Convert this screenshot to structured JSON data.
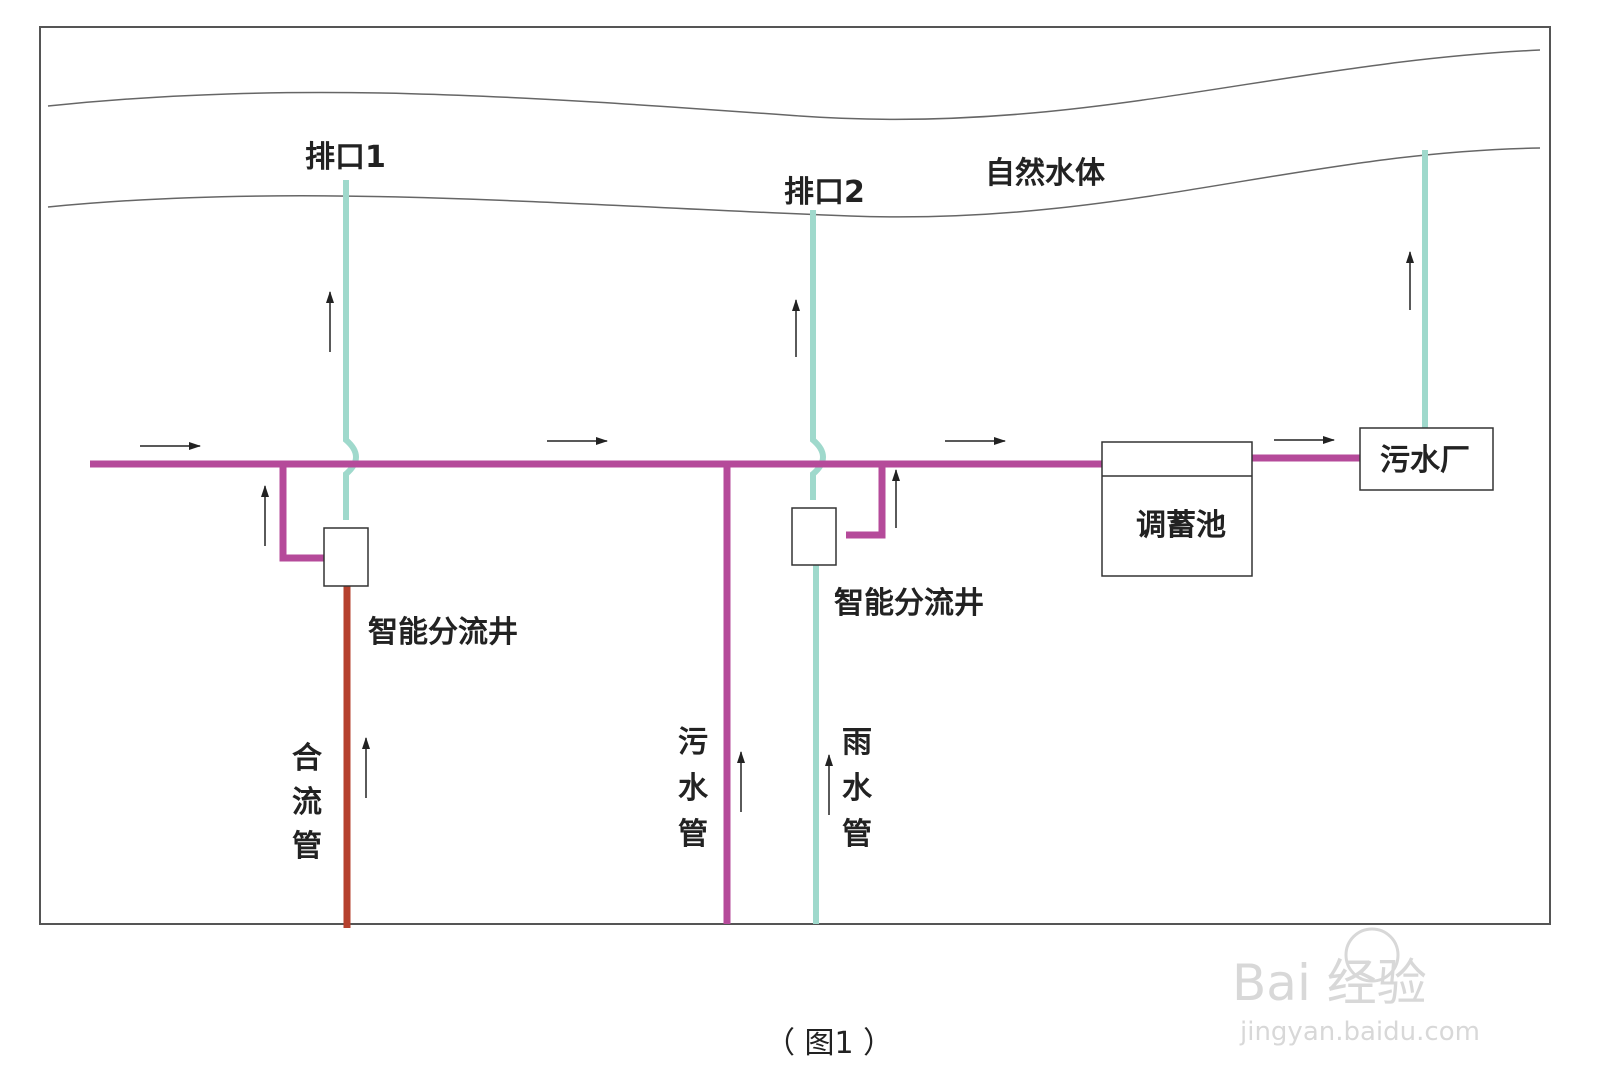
{
  "labels": {
    "water_body": "自然水体",
    "outlet_1": "排口1",
    "outlet_2": "排口2",
    "smart_well_1": "智能分流井",
    "smart_well_2": "智能分流井",
    "storage_tank": "调蓄池",
    "treatment_plant": "污水厂",
    "combined_pipe": [
      "合",
      "流",
      "管"
    ],
    "sewage_pipe": [
      "污",
      "水",
      "管"
    ],
    "rain_pipe": [
      "雨",
      "水",
      "管"
    ]
  },
  "caption": "（ 图1 ）",
  "watermark": {
    "brand": "Bai  经验",
    "url": "jingyan.baidu.com"
  },
  "colors": {
    "sewage_main": "#b54a9a",
    "rain_pipe": "#9fd9cc",
    "combined_pipe": "#b5412e",
    "frame": "#555555",
    "arrow": "#222222"
  }
}
